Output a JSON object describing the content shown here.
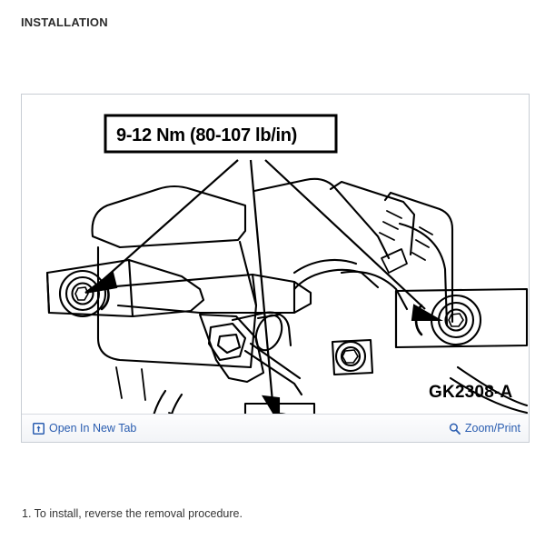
{
  "page": {
    "heading": "INSTALLATION"
  },
  "figure": {
    "diagram_code": "GK2308-A",
    "torque_callout": "9-12 Nm (80-107 lb/in)",
    "actions": {
      "open_new_tab": {
        "label": "Open In New Tab",
        "icon": "open-in-new-tab-icon"
      },
      "zoom_print": {
        "label": "Zoom/Print",
        "icon": "magnifier-icon"
      }
    }
  },
  "procedure": {
    "steps": [
      "1. To install, reverse the removal procedure."
    ]
  },
  "colors": {
    "link": "#2a5db0",
    "heading": "#2b2b2b",
    "panel_border": "#c8cdd4",
    "actionbar_bg": "#f5f6f8",
    "body_text": "#343434"
  }
}
